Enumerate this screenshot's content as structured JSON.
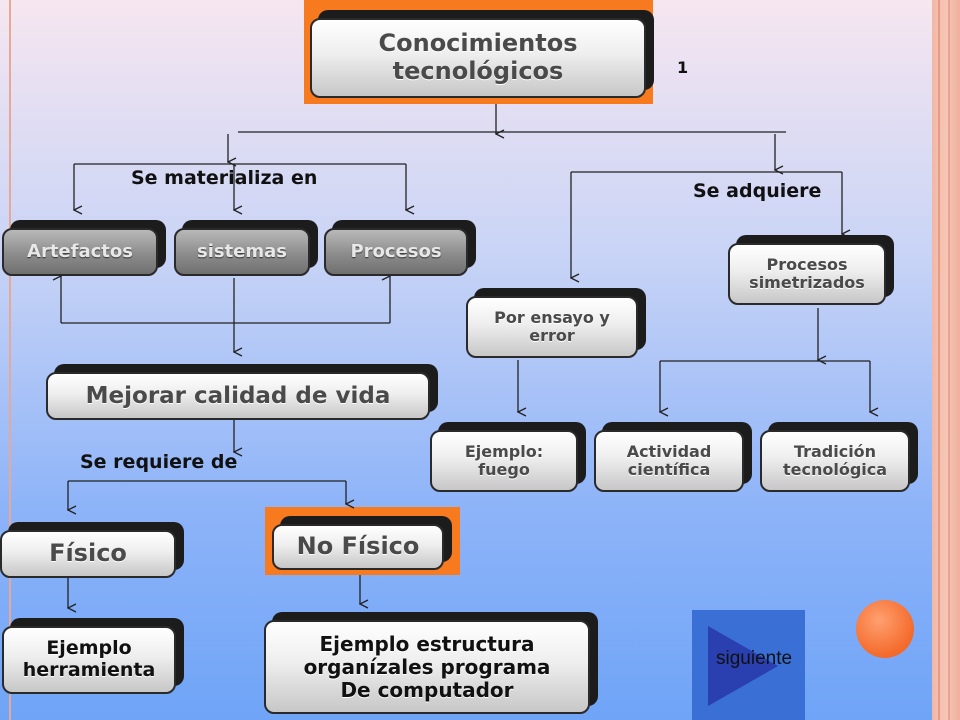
{
  "title": "Conocimientos tecnológicos",
  "corner_mark": "1",
  "labels": {
    "materializa": "Se materializa en",
    "adquiere": "Se adquiere",
    "requiere": "Se requiere  de"
  },
  "boxes": {
    "artefactos": "Artefactos",
    "sistemas": "sistemas",
    "procesos": "Procesos",
    "mejorar": "Mejorar calidad de vida",
    "fisico": "Físico",
    "no_fisico": "No Físico",
    "ejemplo_herramienta": "Ejemplo herramienta",
    "ejemplo_estructura": "Ejemplo estructura organízales programa De computador",
    "ensayo": "Por ensayo y error",
    "simetrizados": "Procesos simetrizados",
    "fuego": "Ejemplo: fuego",
    "cientifica": "Actividad científica",
    "tradicion": "Tradición tecnológica"
  },
  "nav": {
    "next_label": "siguiente"
  },
  "colors": {
    "accent_frame": "#f77a1f",
    "nav": "#3a6fd6",
    "circle": "#f46a2b"
  }
}
